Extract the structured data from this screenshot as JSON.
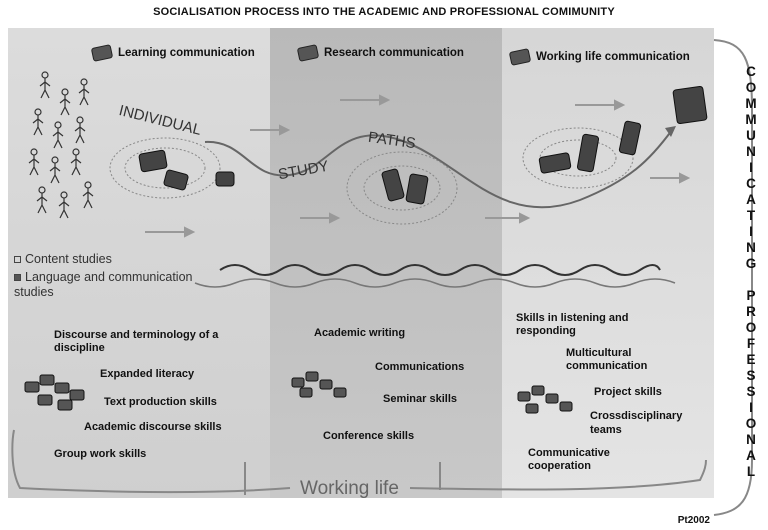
{
  "title": "SOCIALISATION PROCESS INTO THE ACADEMIC AND PROFESSIONAL COMIMUNITY",
  "columns": [
    {
      "header": "Learning communication",
      "icon": "puzzle-piece-icon"
    },
    {
      "header": "Research communication",
      "icon": "puzzle-piece-icon"
    },
    {
      "header": "Working life communication",
      "icon": "puzzle-piece-icon"
    }
  ],
  "path_words": {
    "w1": "INDIVIDUAL",
    "w2": "STUDY",
    "w3": "PATHS"
  },
  "legend": {
    "content": "Content studies",
    "language_line1": "Language and communication",
    "language_line2": "studies"
  },
  "skills_col1": [
    "Discourse and terminology of a",
    "discipline",
    "Expanded literacy",
    "Text production skills",
    "Academic discourse skills",
    "Group work skills"
  ],
  "skills_col2": [
    "Academic writing",
    "Communications",
    "Seminar skills",
    "Conference skills"
  ],
  "skills_col3": [
    "Skills in listening and",
    "responding",
    "Multicultural",
    "communication",
    "Project skills",
    "Crossdisciplinary",
    "teams",
    "Communicative",
    "cooperation"
  ],
  "vertical_text": [
    "C",
    "O",
    "M",
    "M",
    "U",
    "N",
    "I",
    "C",
    "A",
    "T",
    "I",
    "N",
    "G",
    "",
    "P",
    "R",
    "O",
    "F",
    "E",
    "S",
    "S",
    "I",
    "O",
    "N",
    "A",
    "L"
  ],
  "working_life": "Working life",
  "signature": "Pt2002"
}
